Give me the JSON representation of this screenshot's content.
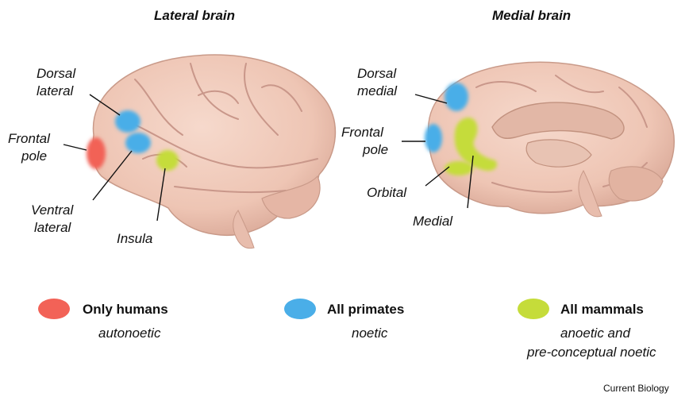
{
  "titles": {
    "lateral": "Lateral brain",
    "medial": "Medial brain"
  },
  "lateral_labels": {
    "dorsal_lateral": [
      "Dorsal",
      "lateral"
    ],
    "frontal_pole": [
      "Frontal",
      "pole"
    ],
    "ventral_lateral": [
      "Ventral",
      "lateral"
    ],
    "insula": "Insula"
  },
  "medial_labels": {
    "dorsal_medial": [
      "Dorsal",
      "medial"
    ],
    "frontal_pole": [
      "Frontal",
      "pole"
    ],
    "orbital": "Orbital",
    "medial": "Medial"
  },
  "legend": [
    {
      "title": "Only humans",
      "subtitle": [
        "autonoetic"
      ],
      "color": "#f26257"
    },
    {
      "title": "All primates",
      "subtitle": [
        "noetic"
      ],
      "color": "#4aaee8"
    },
    {
      "title": "All mammals",
      "subtitle": [
        "anoetic and",
        "pre-conceptual noetic"
      ],
      "color": "#c5dc3a"
    }
  ],
  "colors": {
    "brain": "#efcabb",
    "brain_shadow": "#d9a897",
    "human": "#f26257",
    "primate": "#4aaee8",
    "mammal": "#c5dc3a"
  },
  "credit": "Current Biology"
}
